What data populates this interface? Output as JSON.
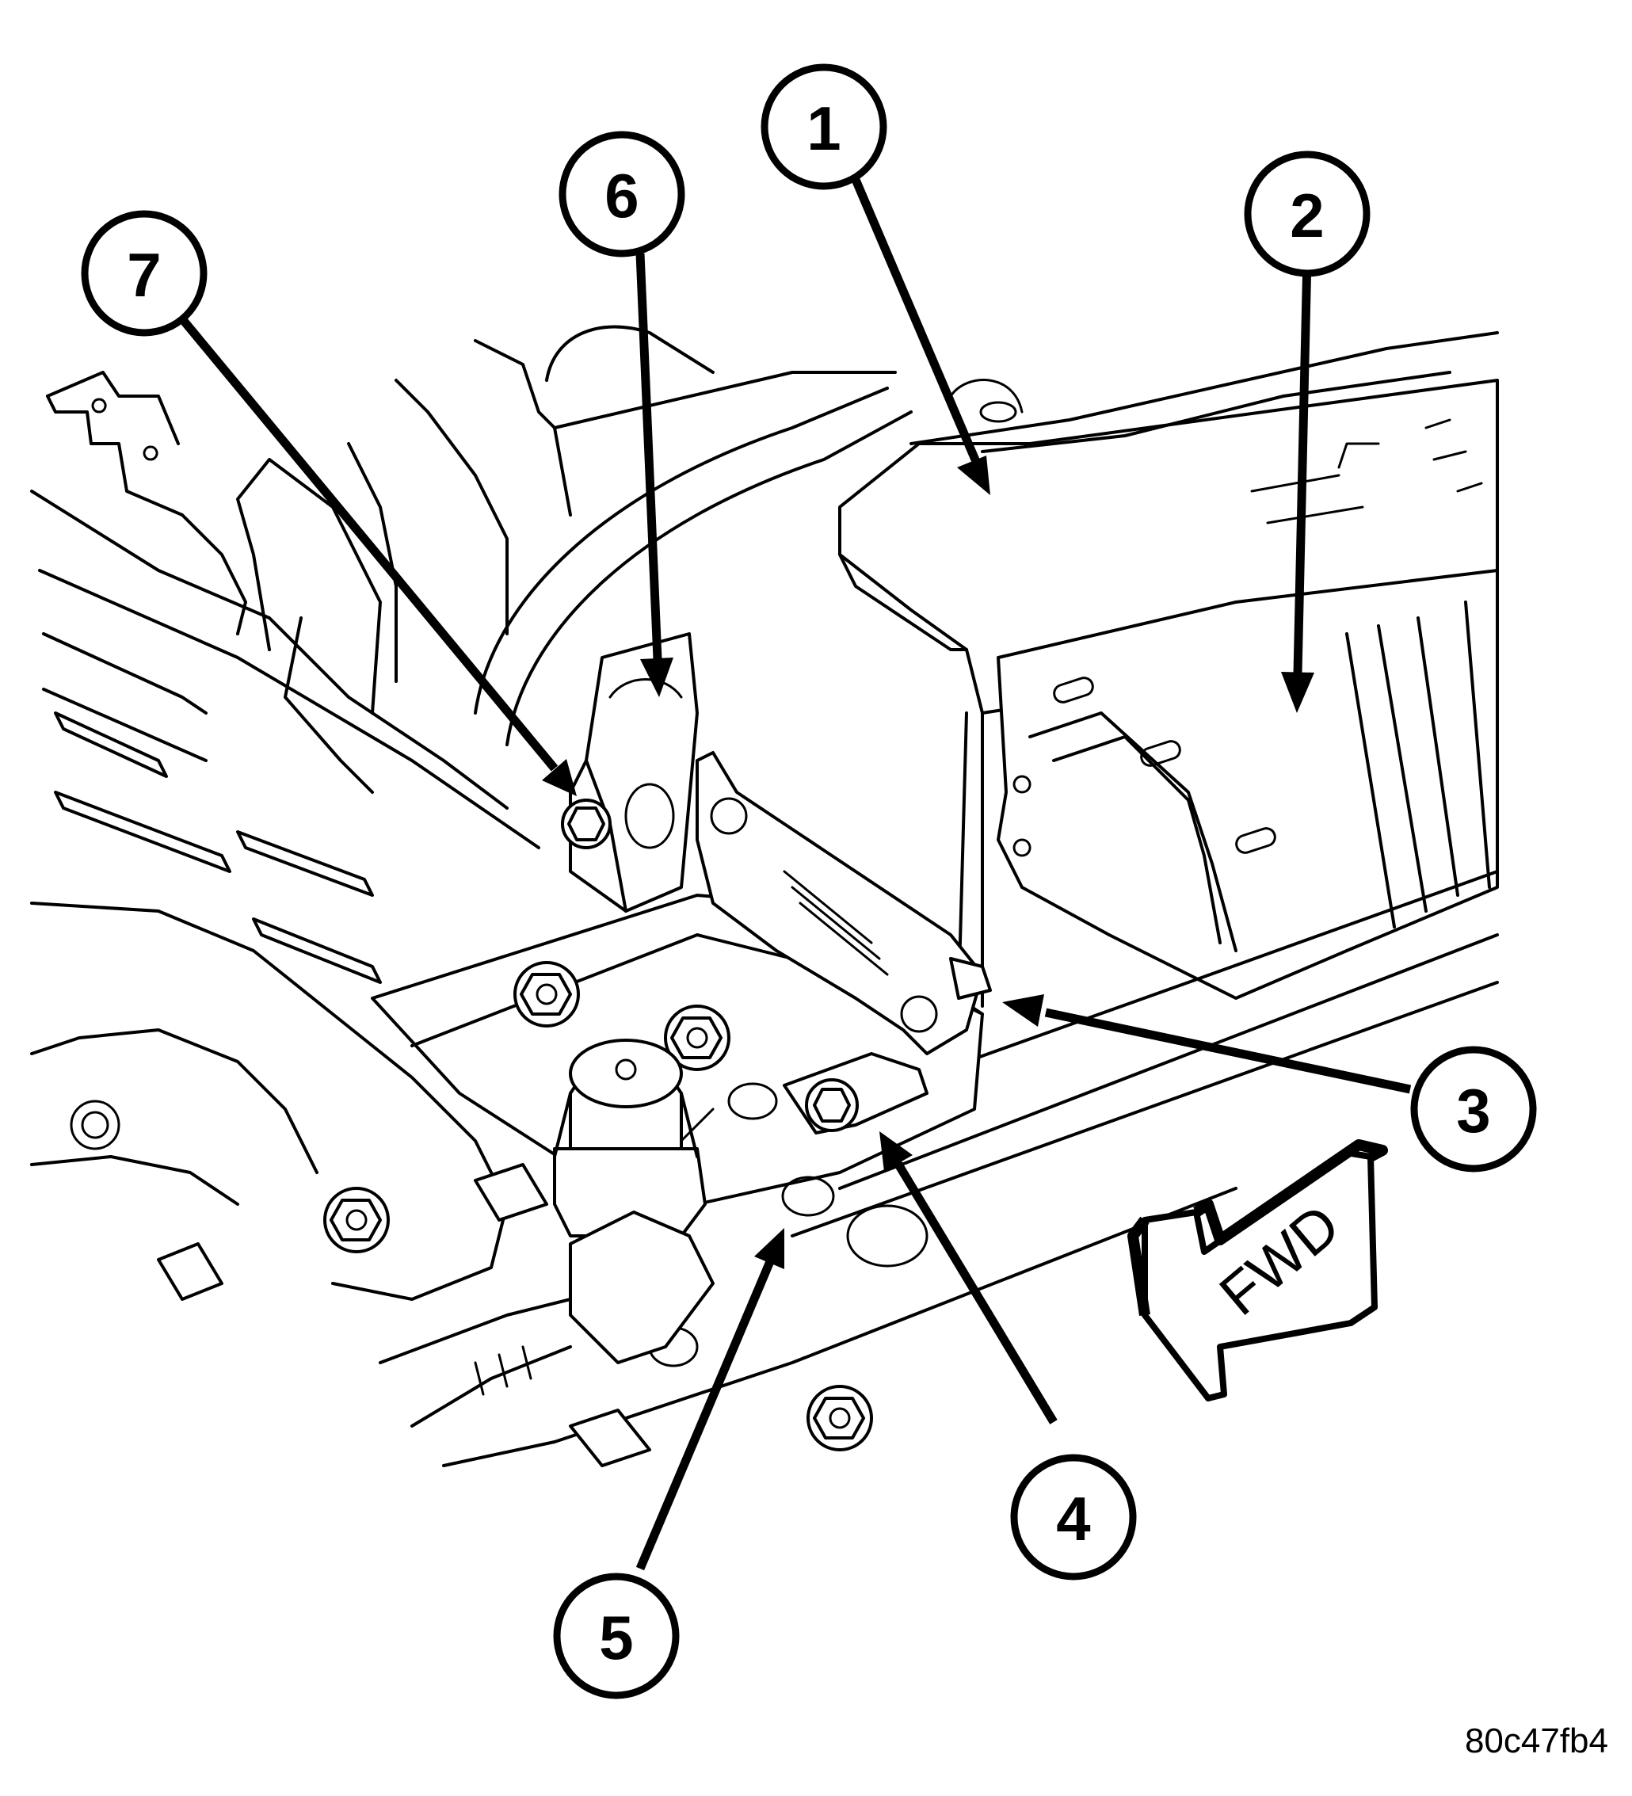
{
  "callouts": [
    {
      "id": "1",
      "label": "1"
    },
    {
      "id": "2",
      "label": "2"
    },
    {
      "id": "3",
      "label": "3"
    },
    {
      "id": "4",
      "label": "4"
    },
    {
      "id": "5",
      "label": "5"
    },
    {
      "id": "6",
      "label": "6"
    },
    {
      "id": "7",
      "label": "7"
    }
  ],
  "direction_arrow": {
    "label": "FWD"
  },
  "figure_code": "80c47fb4"
}
